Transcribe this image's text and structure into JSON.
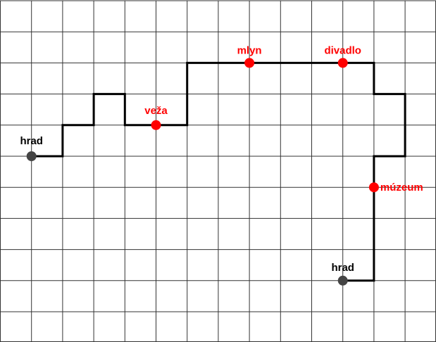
{
  "colors": {
    "background": "#ffffff",
    "grid": "#333333",
    "route": "#000000",
    "endpoint": "#444444",
    "landmark": "#ff0000",
    "endpoint_label": "#000000",
    "landmark_label": "#ff0000"
  },
  "grid": {
    "columns": 14,
    "rows": 11
  },
  "route": [
    [
      1,
      5
    ],
    [
      2,
      5
    ],
    [
      2,
      4
    ],
    [
      3,
      4
    ],
    [
      3,
      3
    ],
    [
      4,
      3
    ],
    [
      4,
      4
    ],
    [
      6,
      4
    ],
    [
      6,
      2
    ],
    [
      12,
      2
    ],
    [
      12,
      3
    ],
    [
      13,
      3
    ],
    [
      13,
      5
    ],
    [
      12,
      5
    ],
    [
      12,
      9
    ],
    [
      11,
      9
    ]
  ],
  "points": [
    {
      "id": "start",
      "label": "hrad",
      "kind": "endpoint",
      "col": 1,
      "row": 5
    },
    {
      "id": "veza",
      "label": "veža",
      "kind": "landmark",
      "col": 5,
      "row": 4
    },
    {
      "id": "mlyn",
      "label": "mlyn",
      "kind": "landmark",
      "col": 8,
      "row": 2
    },
    {
      "id": "divadlo",
      "label": "divadlo",
      "kind": "landmark",
      "col": 11,
      "row": 2
    },
    {
      "id": "muzeum",
      "label": "múzeum",
      "kind": "landmark",
      "col": 12,
      "row": 6
    },
    {
      "id": "end",
      "label": "hrad",
      "kind": "endpoint",
      "col": 11,
      "row": 9
    }
  ]
}
